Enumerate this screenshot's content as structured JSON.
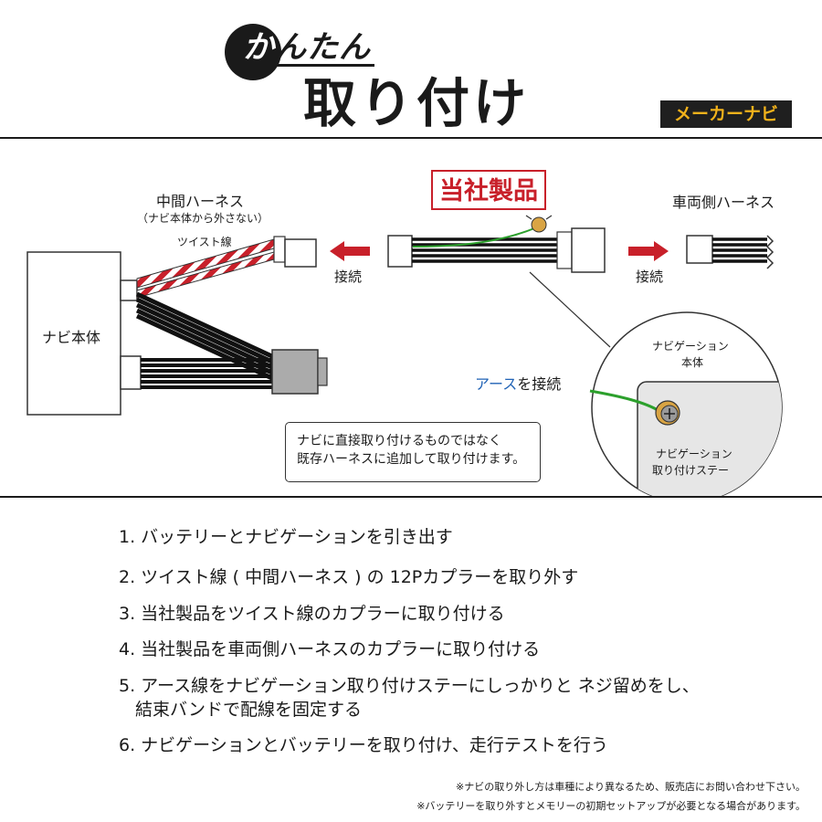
{
  "header": {
    "subtitle": "かんたん",
    "title": "取り付け",
    "badge": "メーカーナビ"
  },
  "diagram": {
    "product_label": "当社製品",
    "vehicle_harness_label": "車両側ハーネス",
    "middle_harness_label": "中間ハーネス",
    "middle_harness_note": "（ナビ本体から外さない）",
    "twist_wire_label": "ツイスト線",
    "navi_body_label": "ナビ本体",
    "connect_left_label": "接続",
    "connect_right_label": "接続",
    "earth_label_a": "アース",
    "earth_label_b": "を接続",
    "zoom_navi_body_line1": "ナビゲーション",
    "zoom_navi_body_line2": "本体",
    "zoom_stay_line1": "ナビゲーション",
    "zoom_stay_line2": "取り付けステー",
    "note_line1": "ナビに直接取り付けるものではなく",
    "note_line2": "既存ハーネスに追加して取り付けます。",
    "colors": {
      "accent_red": "#c8202a",
      "earth_blue": "#1f62b5",
      "wire_green": "#2ca02c",
      "badge_gold": "#f2b21b"
    }
  },
  "steps": [
    "1. バッテリーとナビゲーションを引き出す",
    "2. ツイスト線 ( 中間ハーネス ) の 12Pカプラーを取り外す",
    "3. 当社製品をツイスト線のカプラーに取り付ける",
    "4. 当社製品を車両側ハーネスのカプラーに取り付ける",
    "5. アース線をナビゲーション取り付けステーにしっかりと ネジ留めをし、",
    "結束バンドで配線を固定する",
    "6. ナビゲーションとバッテリーを取り付け、走行テストを行う"
  ],
  "footnotes": [
    "※ナビの取り外し方は車種により異なるため、販売店にお問い合わせ下さい。",
    "※バッテリーを取り外すとメモリーの初期セットアップが必要となる場合があります。"
  ]
}
